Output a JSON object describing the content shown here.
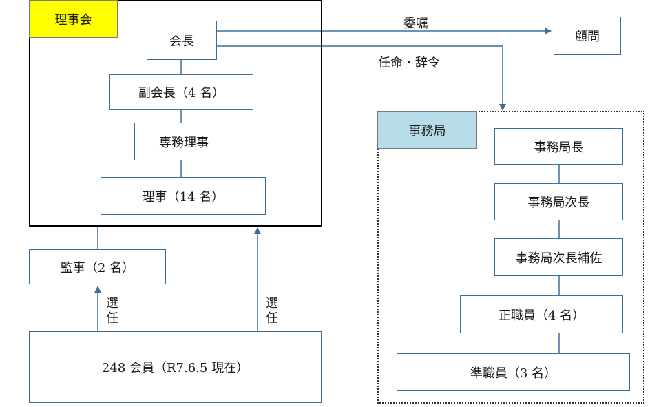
{
  "colors": {
    "connector": "#3c6e9c",
    "board_tag_bg": "#ffff00",
    "office_tag_bg": "#b7dde8"
  },
  "board": {
    "tag": "理事会",
    "chairman": "会長",
    "vice_chairmen": "副会長（4 名）",
    "managing_director": "専務理事",
    "directors": "理事（14 名）"
  },
  "auditors": "監事（2 名）",
  "members": "248 会員（R7.6.5 現在）",
  "elect_label_left": "選任",
  "elect_label_right": "選任",
  "advisor": "顧問",
  "commission_label": "委嘱",
  "appoint_label": "任命・辞令",
  "office": {
    "tag": "事務局",
    "director_general": "事務局長",
    "deputy_director": "事務局次長",
    "assistant_deputy": "事務局次長補佐",
    "regular_staff": "正職員（4 名）",
    "associate_staff": "準職員（3 名）"
  }
}
